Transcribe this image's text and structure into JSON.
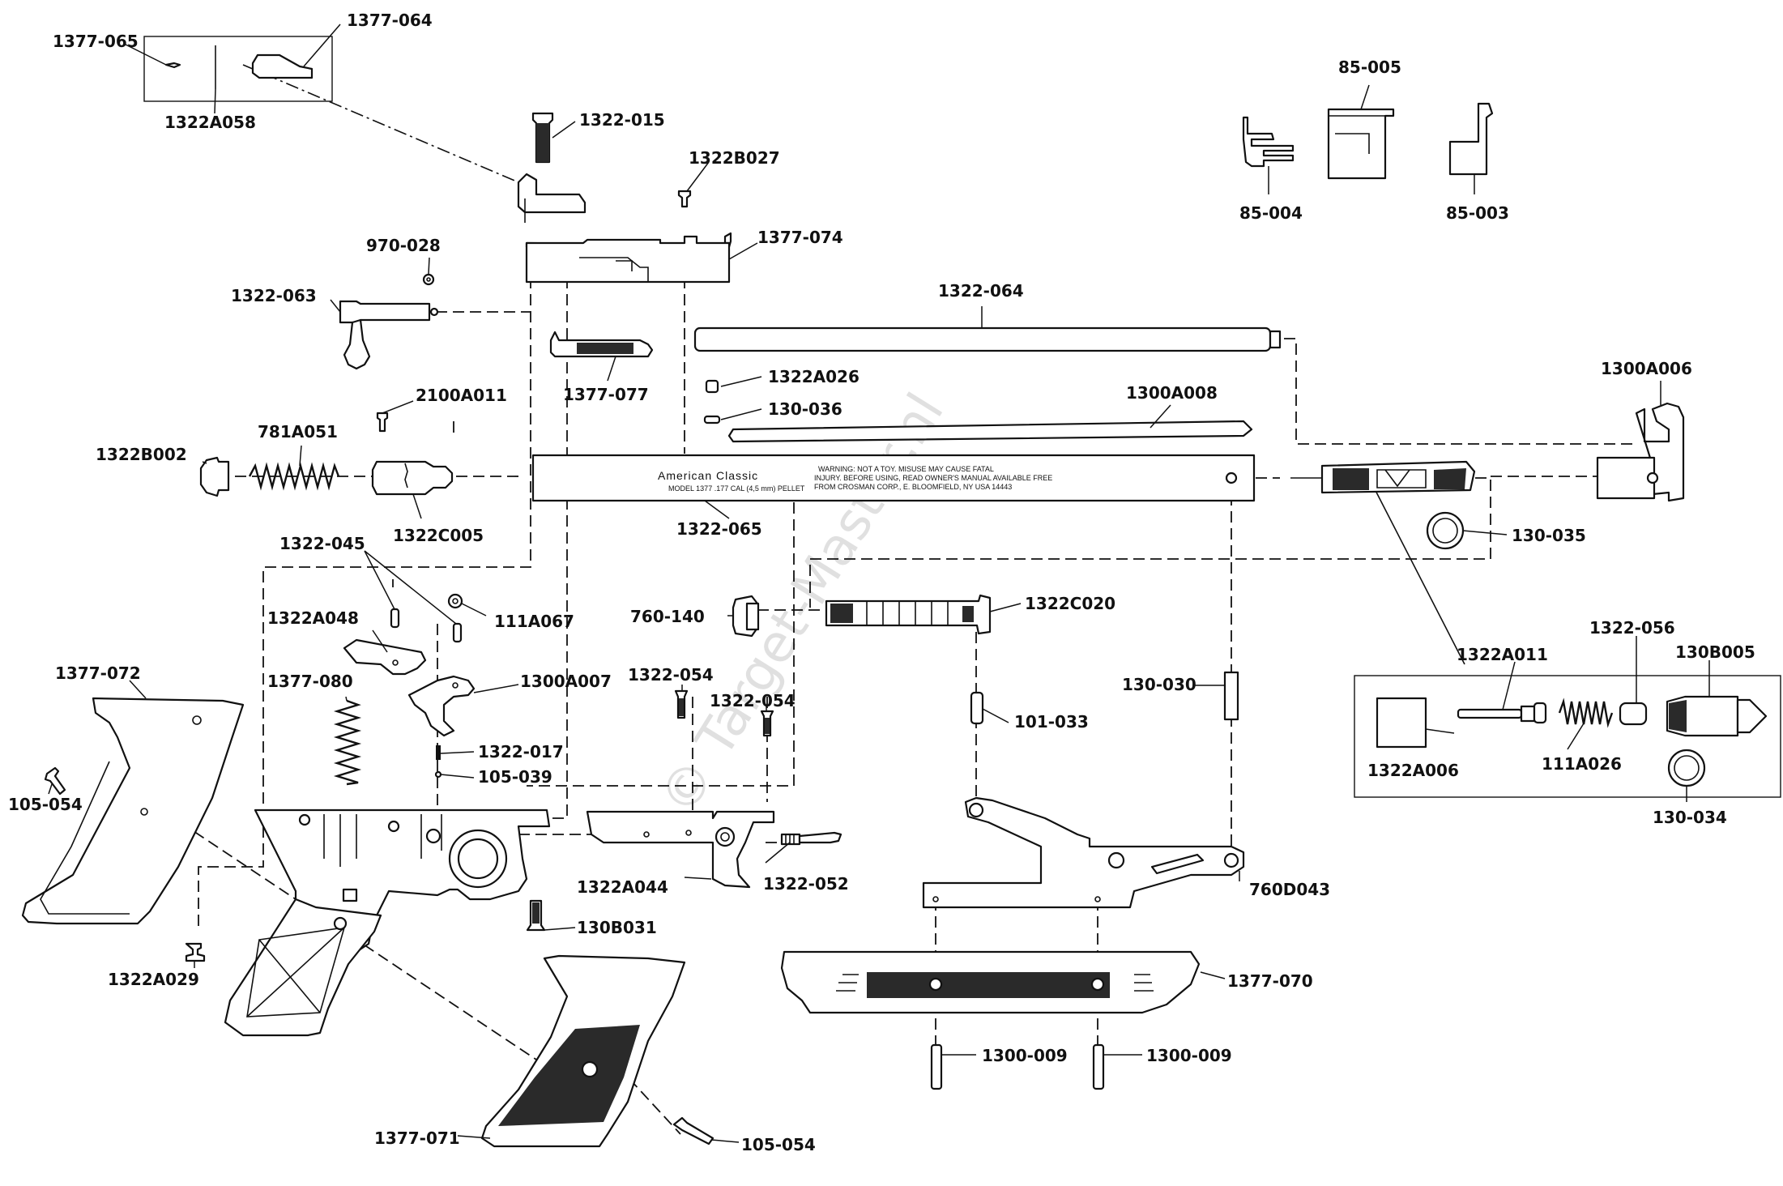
{
  "brand": {
    "name": "American Classic",
    "stamp": "MODEL 1377 .177 CAL (4,5 mm) PELLET"
  },
  "warning": {
    "line1": "WARNING: NOT A TOY. MISUSE MAY CAUSE FATAL",
    "line2": "INJURY. BEFORE USING, READ OWNER'S MANUAL AVAILABLE FREE",
    "line3": "FROM CROSMAN CORP., E. BLOOMFIELD, NY USA 14443"
  },
  "watermark": "© Target-Master.nl",
  "labels": {
    "p1377_065": "1377-065",
    "p1377_064": "1377-064",
    "p1322A058": "1322A058",
    "p1322_015": "1322-015",
    "p1322B027": "1322B027",
    "p1377_074": "1377-074",
    "p970_028": "970-028",
    "p1322_063": "1322-063",
    "p1377_077": "1377-077",
    "p85_005": "85-005",
    "p85_004": "85-004",
    "p85_003": "85-003",
    "p1322_064": "1322-064",
    "p1322A026": "1322A026",
    "p130_036": "130-036",
    "p1300A008": "1300A008",
    "p1300A006": "1300A006",
    "p2100A011": "2100A011",
    "p781A051": "781A051",
    "p1322B002": "1322B002",
    "p1322C005": "1322C005",
    "p1322_065": "1322-065",
    "p130_035": "130-035",
    "p1322_045": "1322-045",
    "p111A067": "111A067",
    "p1322A048": "1322A048",
    "p760_140": "760-140",
    "p1322C020": "1322C020",
    "p1377_072": "1377-072",
    "p1377_080": "1377-080",
    "p1300A007": "1300A007",
    "p1322_054a": "1322-054",
    "p1322_054b": "1322-054",
    "p1322_017": "1322-017",
    "p105_039": "105-039",
    "p101_033": "101-033",
    "p130_030": "130-030",
    "p1322A011": "1322A011",
    "p1322_056": "1322-056",
    "p130B005": "130B005",
    "p1322A006": "1322A006",
    "p111A026": "111A026",
    "p130_034": "130-034",
    "p105_054a": "105-054",
    "p1322A044": "1322A044",
    "p1322_052": "1322-052",
    "p760D043": "760D043",
    "p130B031": "130B031",
    "p1322A029": "1322A029",
    "p1377_070": "1377-070",
    "p1300_009a": "1300-009",
    "p1300_009b": "1300-009",
    "p1377_071": "1377-071",
    "p105_054b": "105-054"
  }
}
